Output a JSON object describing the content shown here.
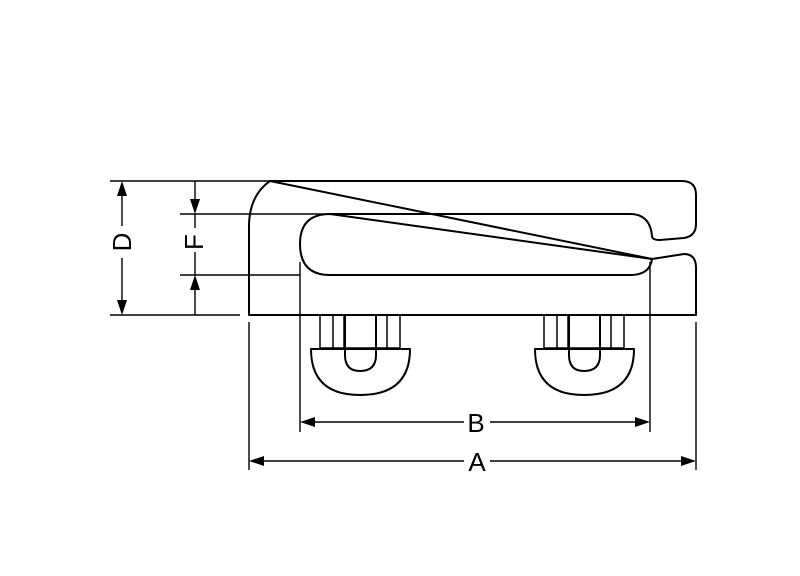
{
  "dimensions": {
    "A": "A",
    "B": "B",
    "D": "D",
    "F": "F"
  }
}
